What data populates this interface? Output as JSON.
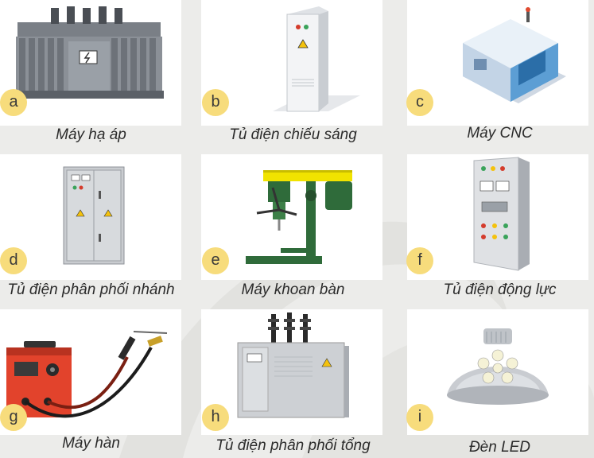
{
  "panels": [
    {
      "letter": "a",
      "label": "Máy hạ áp",
      "icon": "step-down-transformer"
    },
    {
      "letter": "b",
      "label": "Tủ điện chiếu sáng",
      "icon": "lighting-cabinet"
    },
    {
      "letter": "c",
      "label": "Máy CNC",
      "icon": "cnc-machine"
    },
    {
      "letter": "d",
      "label": "Tủ điện phân phối nhánh",
      "icon": "branch-distribution-cabinet"
    },
    {
      "letter": "e",
      "label": "Máy khoan bàn",
      "icon": "drill-press"
    },
    {
      "letter": "f",
      "label": "Tủ điện động lực",
      "icon": "power-cabinet"
    },
    {
      "letter": "g",
      "label": "Máy hàn",
      "icon": "welding-machine"
    },
    {
      "letter": "h",
      "label": "Tủ điện phân phối tổng",
      "icon": "main-distribution-cabinet"
    },
    {
      "letter": "i",
      "label": "Đèn LED",
      "icon": "led-highbay-lamp"
    }
  ],
  "colors": {
    "background": "#ececea",
    "badge": "#f7dc7c",
    "welder_red": "#e2432c",
    "drill_yellow": "#f1e300",
    "drill_green": "#2f6b3a"
  }
}
